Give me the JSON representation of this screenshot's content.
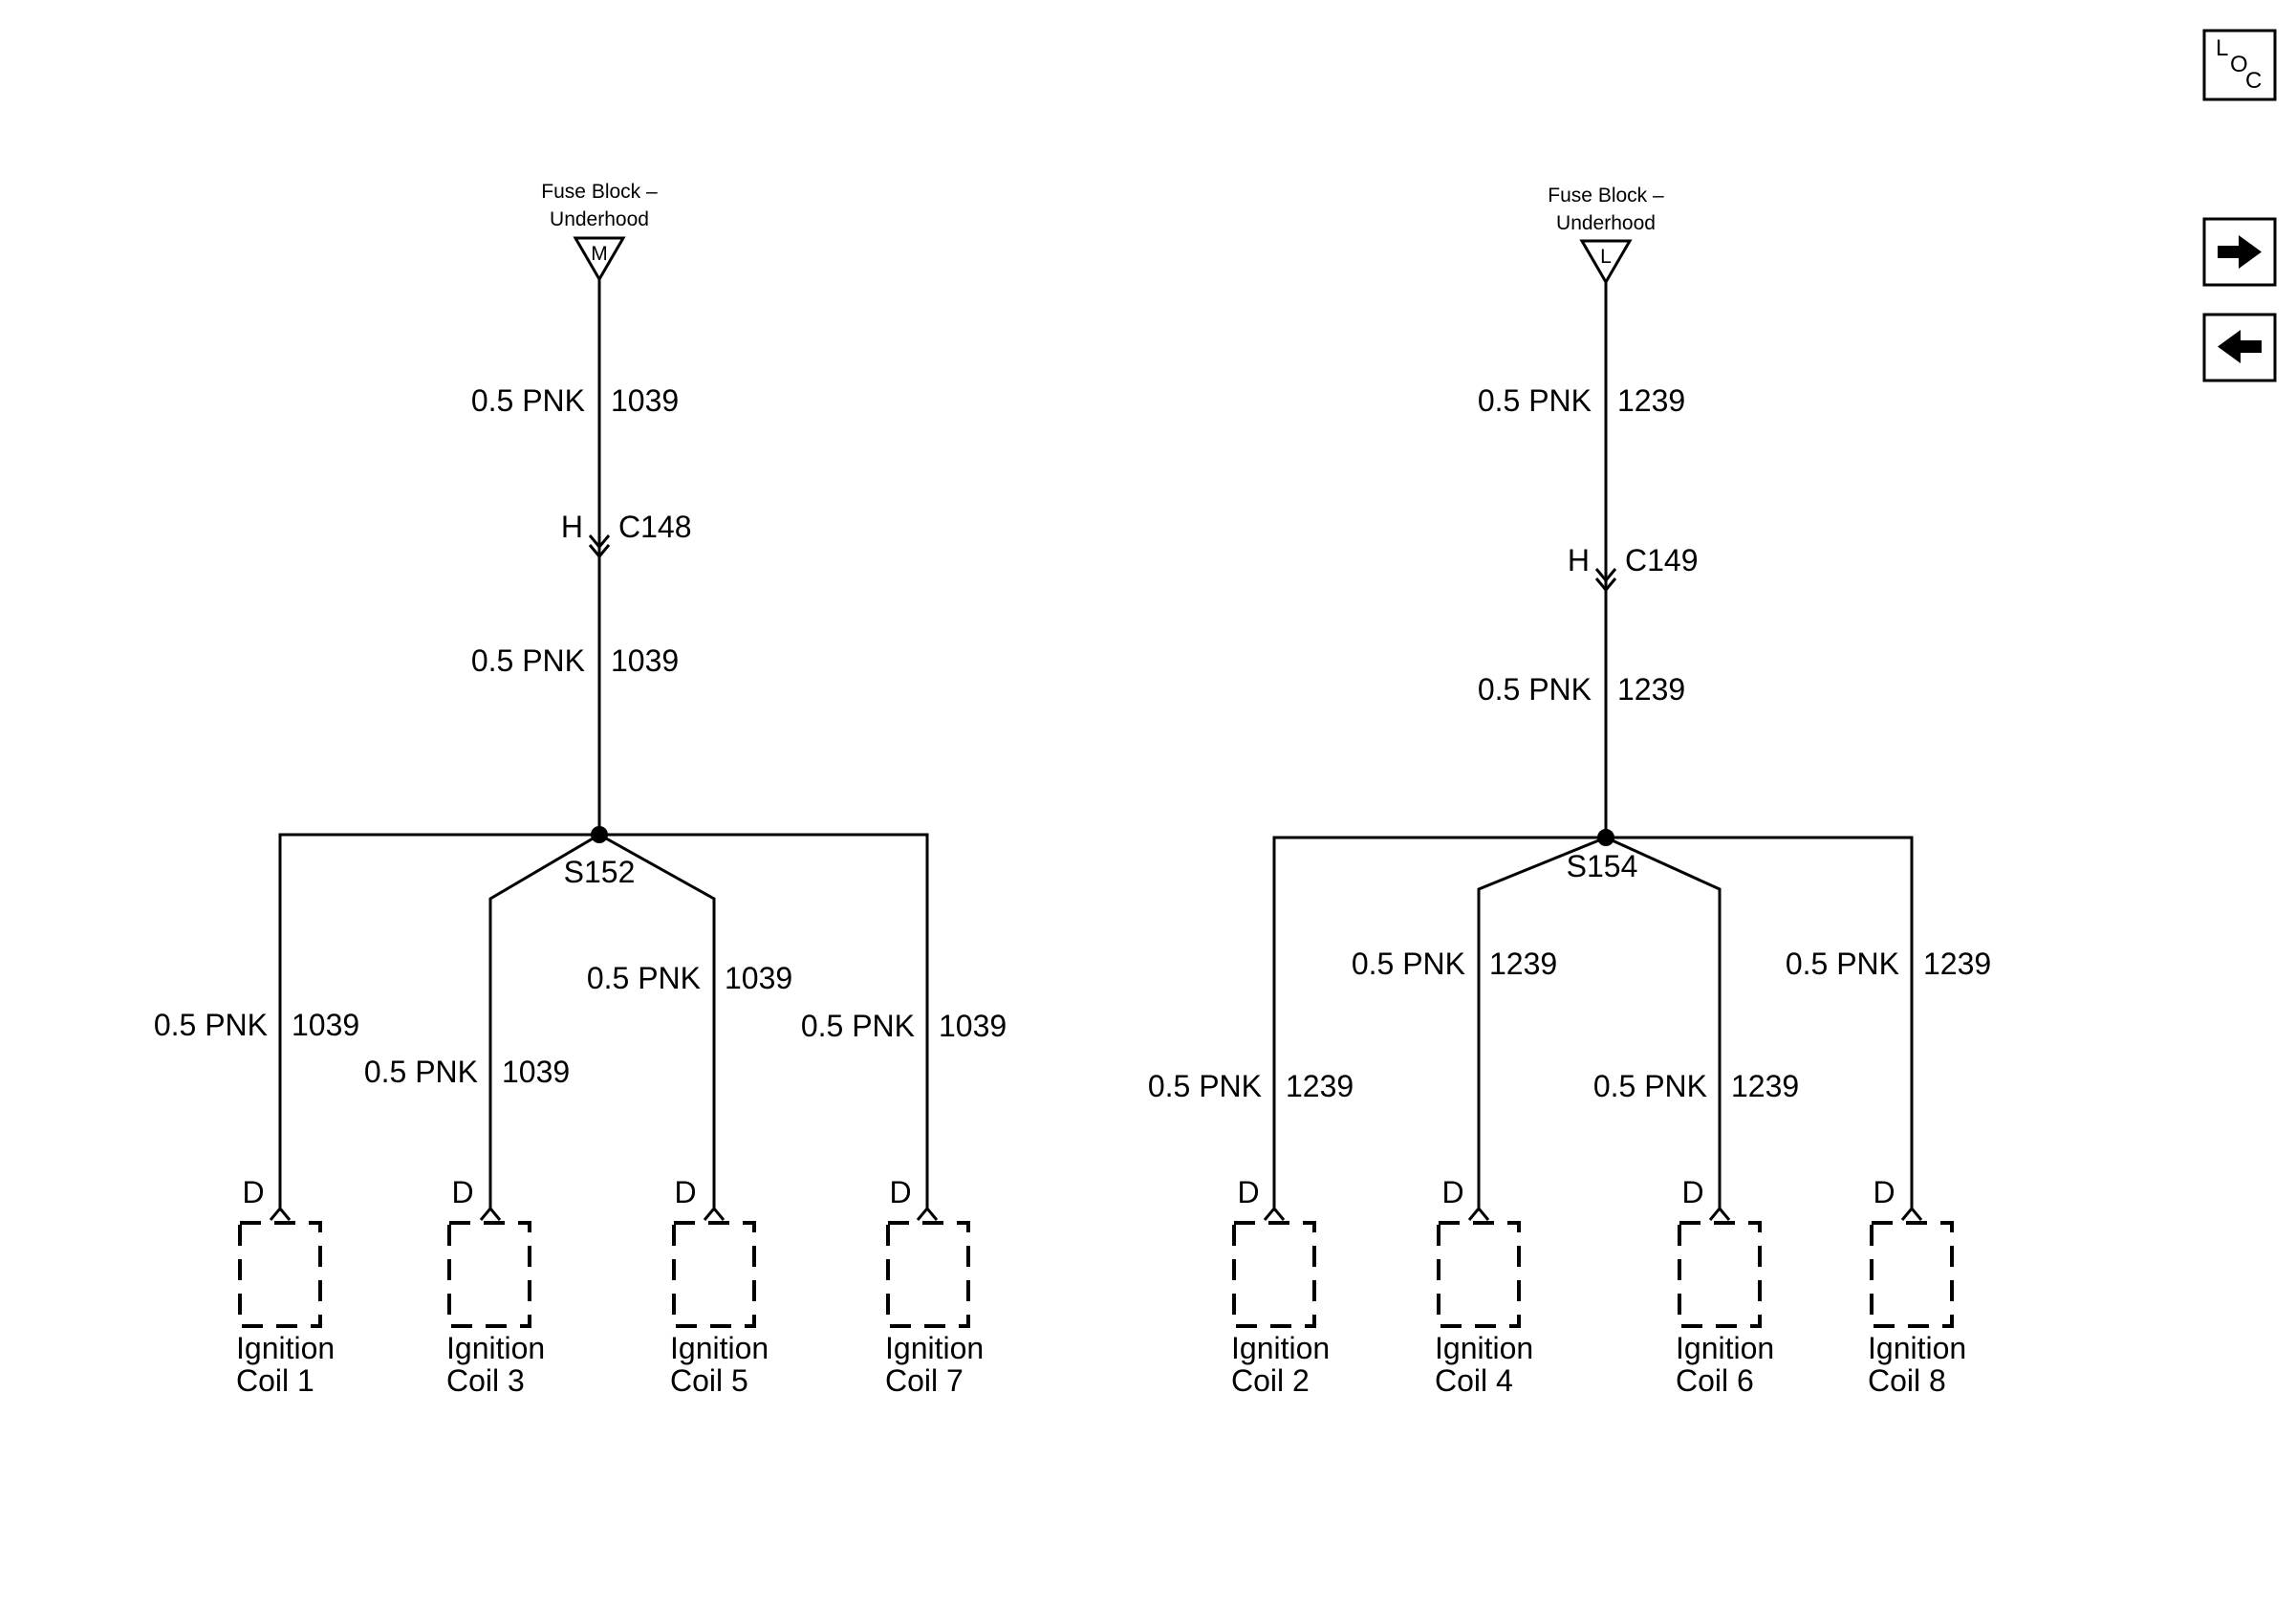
{
  "nav": {
    "loc_letters": [
      "L",
      "O",
      "C"
    ],
    "next_icon": "arrow-right-icon",
    "prev_icon": "arrow-left-icon"
  },
  "circuits": [
    {
      "source": {
        "line1": "Fuse Block –",
        "line2": "Underhood",
        "terminal": "M"
      },
      "upper_wire": {
        "gauge_color": "0.5 PNK",
        "circuit": "1039"
      },
      "connector": {
        "pin": "H",
        "id": "C148"
      },
      "lower_wire": {
        "gauge_color": "0.5 PNK",
        "circuit": "1039"
      },
      "splice": "S152",
      "branches": [
        {
          "gauge_color": "0.5 PNK",
          "circuit": "1039",
          "pin": "D",
          "coil_line1": "Ignition",
          "coil_line2": "Coil 1"
        },
        {
          "gauge_color": "0.5 PNK",
          "circuit": "1039",
          "pin": "D",
          "coil_line1": "Ignition",
          "coil_line2": "Coil 3"
        },
        {
          "gauge_color": "0.5 PNK",
          "circuit": "1039",
          "pin": "D",
          "coil_line1": "Ignition",
          "coil_line2": "Coil 5"
        },
        {
          "gauge_color": "0.5 PNK",
          "circuit": "1039",
          "pin": "D",
          "coil_line1": "Ignition",
          "coil_line2": "Coil 7"
        }
      ]
    },
    {
      "source": {
        "line1": "Fuse Block –",
        "line2": "Underhood",
        "terminal": "L"
      },
      "upper_wire": {
        "gauge_color": "0.5 PNK",
        "circuit": "1239"
      },
      "connector": {
        "pin": "H",
        "id": "C149"
      },
      "lower_wire": {
        "gauge_color": "0.5 PNK",
        "circuit": "1239"
      },
      "splice": "S154",
      "branches": [
        {
          "gauge_color": "0.5 PNK",
          "circuit": "1239",
          "pin": "D",
          "coil_line1": "Ignition",
          "coil_line2": "Coil 2"
        },
        {
          "gauge_color": "0.5 PNK",
          "circuit": "1239",
          "pin": "D",
          "coil_line1": "Ignition",
          "coil_line2": "Coil 4"
        },
        {
          "gauge_color": "0.5 PNK",
          "circuit": "1239",
          "pin": "D",
          "coil_line1": "Ignition",
          "coil_line2": "Coil 6"
        },
        {
          "gauge_color": "0.5 PNK",
          "circuit": "1239",
          "pin": "D",
          "coil_line1": "Ignition",
          "coil_line2": "Coil 8"
        }
      ]
    }
  ]
}
